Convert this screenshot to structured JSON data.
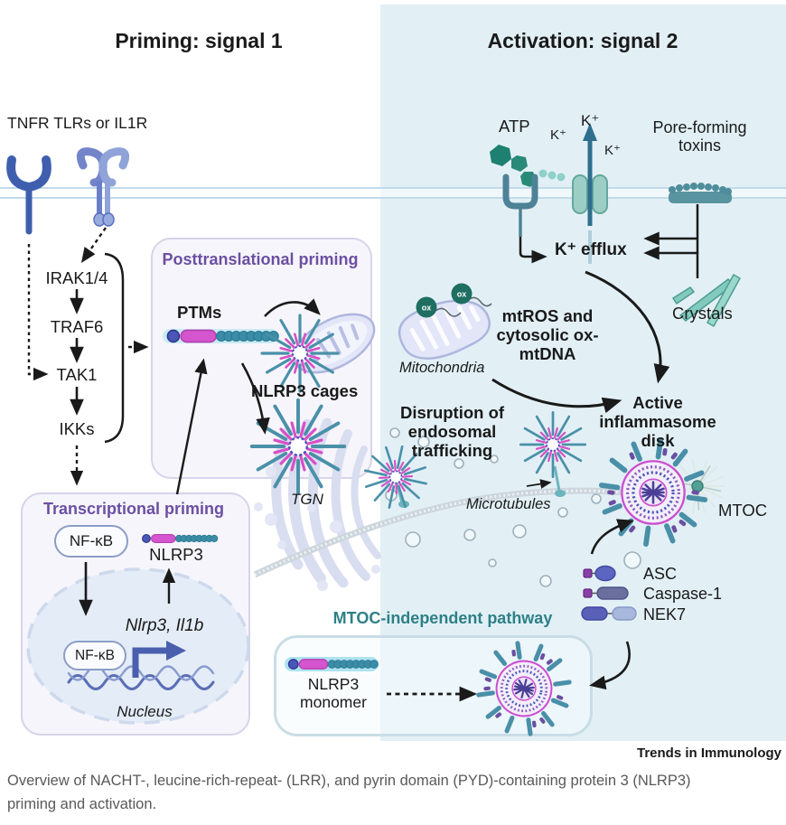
{
  "panels": {
    "priming_title": "Priming: signal 1",
    "activation_title": "Activation: signal 2"
  },
  "priming": {
    "receptors_label": "TNFR TLRs or IL1R",
    "cascade": [
      "IRAK1/4",
      "TRAF6",
      "TAK1",
      "IKKs"
    ],
    "posttranslational": {
      "title": "Posttranslational priming",
      "ptms_label": "PTMs",
      "cages_label": "NLRP3 cages"
    },
    "transcriptional": {
      "title": "Transcriptional priming",
      "nfkb_label": "NF-κB",
      "nfkb_nucleus_label": "NF-κB",
      "nlrp3_label": "NLRP3",
      "genes_label": "Nlrp3, Il1b",
      "nucleus_label": "Nucleus"
    },
    "tgn_label": "TGN"
  },
  "activation": {
    "atp_label": "ATP",
    "k_labels": [
      "K⁺",
      "K⁺",
      "K⁺"
    ],
    "pore_label": "Pore-forming toxins",
    "k_efflux_label": "K⁺ efflux",
    "crystals_label": "Crystals",
    "mitochondria_label": "Mitochondria",
    "ox_label": "ox",
    "mtros_label": "mtROS and cytosolic ox-mtDNA",
    "disruption_label": "Disruption of endosomal trafficking",
    "active_disk_label": "Active inflammasome disk",
    "microtubules_label": "Microtubules",
    "mtoc_label": "MTOC",
    "legend": [
      {
        "name": "ASC"
      },
      {
        "name": "Caspase-1"
      },
      {
        "name": "NEK7"
      }
    ],
    "mtoc_independent": {
      "title": "MTOC-independent pathway",
      "monomer_label": "NLRP3 monomer"
    }
  },
  "footer": {
    "journal": "Trends in Immunology",
    "caption": "Overview of NACHT-, leucine-rich-repeat- (LRR), and pyrin domain (PYD)-containing protein 3 (NLRP3) priming and activation."
  },
  "colors": {
    "activation_panel": "#e2f0f6",
    "membrane_line": "#c2daea",
    "priming_box_fill": "#f6f5fb",
    "priming_box_border": "#d8d3ea",
    "purple_title": "#6b4fa2",
    "teal_title": "#2e8087",
    "monomer_pyd": "#4a56b8",
    "monomer_nacht": "#d455ce",
    "monomer_lrr": "#3b8ca6",
    "caption_gray": "#595959"
  }
}
